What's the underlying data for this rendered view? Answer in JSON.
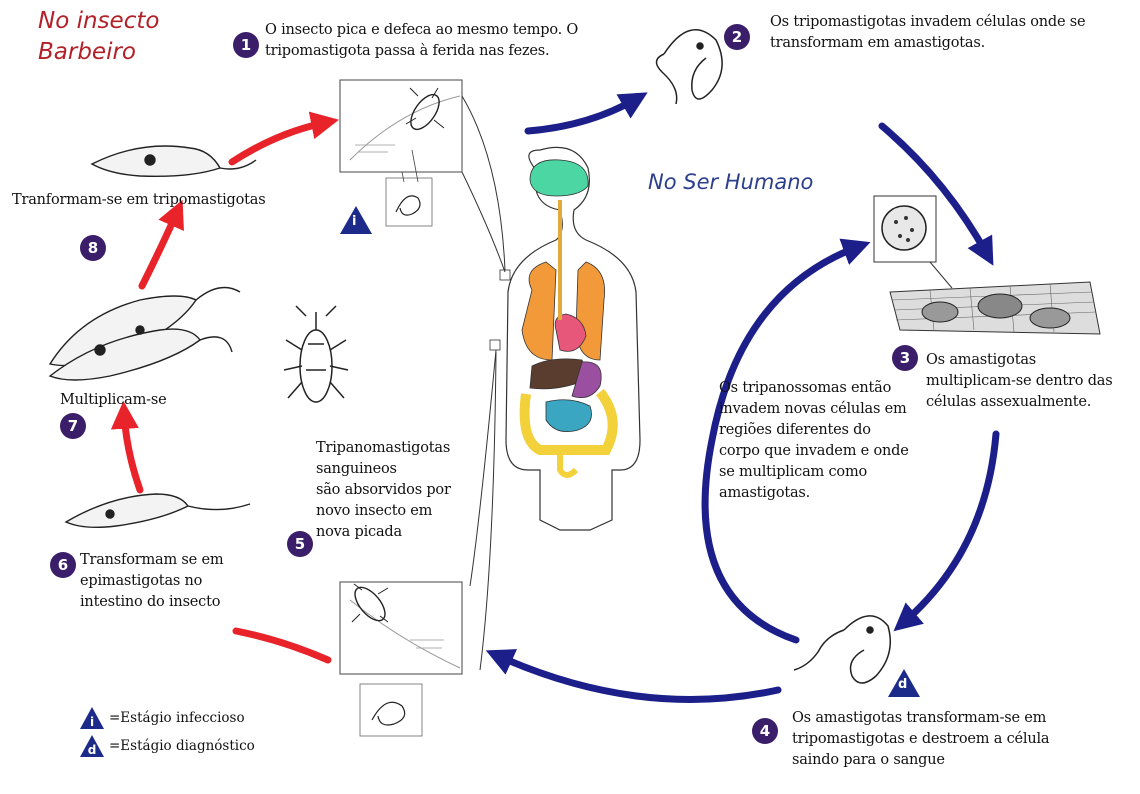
{
  "headings": {
    "insect": "No insecto\nBarbeiro",
    "human": "No Ser Humano"
  },
  "steps": [
    {
      "number": "1",
      "text": "O insecto pica e defeca ao mesmo tempo. O\ntripomastigota passa à ferida nas fezes."
    },
    {
      "number": "2",
      "text": "Os tripomastigotas invadem células onde se\ntransformam em amastigotas."
    },
    {
      "number": "3",
      "text": "Os amastigotas\nmultiplicam-se  dentro das\ncélulas assexualmente."
    },
    {
      "number": "4",
      "text": "Os amastigotas transformam-se em\ntripomastigotas e destroem a célula\nsaindo para o sangue"
    },
    {
      "number": "5",
      "text": "Tripanomastigotas\nsanguineos\nsão absorvidos por\nnovo insecto em\nnova picada"
    },
    {
      "number": "6",
      "text": "Transformam se em\nepimastigotas no\nintestino do insecto"
    },
    {
      "number": "7",
      "text": "Multiplicam-se"
    },
    {
      "number": "8",
      "text": "Tranformam-se em tripomastigotas"
    }
  ],
  "center_text": "Os tripanossomas então\ninvadem novas células em\nregiões diferentes do\ncorpo que invadem e onde\nse multiplicam como\namastigotas.",
  "markers": {
    "infective": "i",
    "diagnostic": "d"
  },
  "legend": [
    {
      "symbol": "i",
      "label": "=Estágio infeccioso"
    },
    {
      "symbol": "d",
      "label": "=Estágio diagnóstico"
    }
  ],
  "colors": {
    "insect_arrows": "#e8232a",
    "human_arrows": "#1c1f8a",
    "step_badge": "#3b1e6a",
    "marker_triangle": "#1c2a8a",
    "heading_insect": "#b32028",
    "heading_human": "#2c3f8c"
  }
}
